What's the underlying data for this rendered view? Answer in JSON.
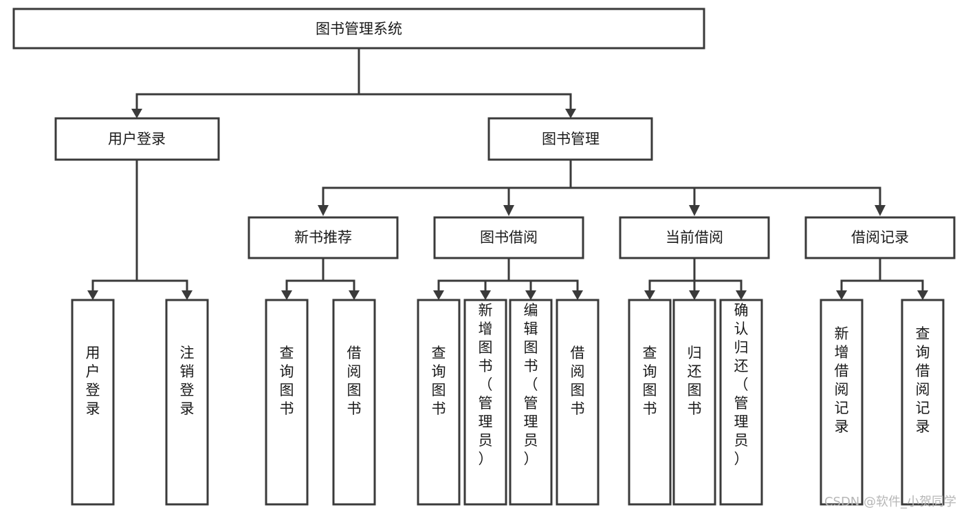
{
  "diagram": {
    "type": "tree",
    "title": "图书管理系统",
    "orientation": "top-down",
    "edge_style": "orthogonal-arrow",
    "colors": {
      "box_stroke": "#3a3a3a",
      "box_fill": "#ffffff",
      "text": "#1a1a1a",
      "background": "#ffffff",
      "watermark": "#b7b7b7"
    },
    "nodes": {
      "root": {
        "label": "图书管理系统",
        "level": 0,
        "text_orientation": "horizontal"
      },
      "n1": {
        "label": "用户登录",
        "level": 1,
        "text_orientation": "horizontal"
      },
      "n2": {
        "label": "图书管理",
        "level": 1,
        "text_orientation": "horizontal"
      },
      "n3": {
        "label": "新书推荐",
        "level": 2,
        "text_orientation": "horizontal"
      },
      "n4": {
        "label": "图书借阅",
        "level": 2,
        "text_orientation": "horizontal"
      },
      "n5": {
        "label": "当前借阅",
        "level": 2,
        "text_orientation": "horizontal"
      },
      "n6": {
        "label": "借阅记录",
        "level": 2,
        "text_orientation": "horizontal"
      },
      "l1": {
        "label": "用户登录",
        "level": 3,
        "text_orientation": "vertical",
        "parent": "用户登录"
      },
      "l2": {
        "label": "注销登录",
        "level": 3,
        "text_orientation": "vertical",
        "parent": "用户登录"
      },
      "l3": {
        "label": "查询图书",
        "level": 3,
        "text_orientation": "vertical",
        "parent": "新书推荐"
      },
      "l4": {
        "label": "借阅图书",
        "level": 3,
        "text_orientation": "vertical",
        "parent": "新书推荐"
      },
      "l5": {
        "label": "查询图书",
        "level": 3,
        "text_orientation": "vertical",
        "parent": "图书借阅"
      },
      "l6": {
        "label": "新增图书（管理员）",
        "level": 3,
        "text_orientation": "vertical",
        "parent": "图书借阅"
      },
      "l7": {
        "label": "编辑图书（管理员）",
        "level": 3,
        "text_orientation": "vertical",
        "parent": "图书借阅"
      },
      "l8": {
        "label": "借阅图书",
        "level": 3,
        "text_orientation": "vertical",
        "parent": "图书借阅"
      },
      "l9": {
        "label": "查询图书",
        "level": 3,
        "text_orientation": "vertical",
        "parent": "当前借阅"
      },
      "l10": {
        "label": "归还图书",
        "level": 3,
        "text_orientation": "vertical",
        "parent": "当前借阅"
      },
      "l11": {
        "label": "确认归还（管理员）",
        "level": 3,
        "text_orientation": "vertical",
        "parent": "当前借阅"
      },
      "l12": {
        "label": "新增借阅记录",
        "level": 3,
        "text_orientation": "vertical",
        "parent": "借阅记录"
      },
      "l13": {
        "label": "查询借阅记录",
        "level": 3,
        "text_orientation": "vertical",
        "parent": "借阅记录"
      }
    },
    "edges": [
      {
        "from": "图书管理系统",
        "to": "用户登录"
      },
      {
        "from": "图书管理系统",
        "to": "图书管理"
      },
      {
        "from": "图书管理",
        "to": "新书推荐"
      },
      {
        "from": "图书管理",
        "to": "图书借阅"
      },
      {
        "from": "图书管理",
        "to": "当前借阅"
      },
      {
        "from": "图书管理",
        "to": "借阅记录"
      },
      {
        "from": "用户登录",
        "to": "用户登录"
      },
      {
        "from": "用户登录",
        "to": "注销登录"
      },
      {
        "from": "新书推荐",
        "to": "查询图书"
      },
      {
        "from": "新书推荐",
        "to": "借阅图书"
      },
      {
        "from": "图书借阅",
        "to": "查询图书"
      },
      {
        "from": "图书借阅",
        "to": "新增图书（管理员）"
      },
      {
        "from": "图书借阅",
        "to": "编辑图书（管理员）"
      },
      {
        "from": "图书借阅",
        "to": "借阅图书"
      },
      {
        "from": "当前借阅",
        "to": "查询图书"
      },
      {
        "from": "当前借阅",
        "to": "归还图书"
      },
      {
        "from": "当前借阅",
        "to": "确认归还（管理员）"
      },
      {
        "from": "借阅记录",
        "to": "新增借阅记录"
      },
      {
        "from": "借阅记录",
        "to": "查询借阅记录"
      }
    ]
  },
  "watermark": {
    "text": "CSDN @软件_小贺同学"
  }
}
